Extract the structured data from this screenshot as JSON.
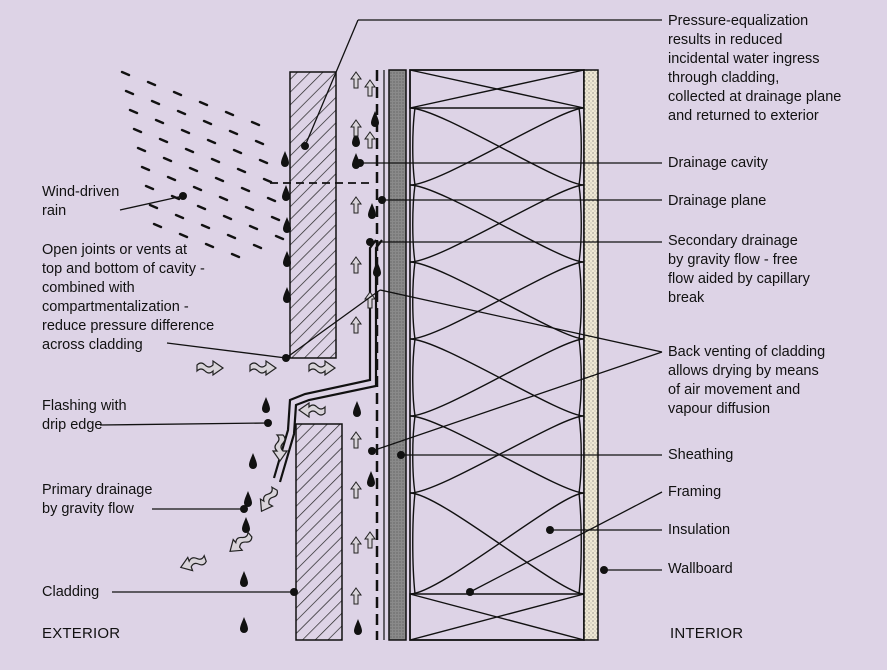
{
  "labels": {
    "pressure_equalization": [
      "Pressure-equalization",
      "results in reduced",
      "incidental water ingress",
      "through cladding,",
      "collected at drainage plane",
      "and returned to exterior"
    ],
    "drainage_cavity": [
      "Drainage cavity"
    ],
    "drainage_plane": [
      "Drainage plane"
    ],
    "secondary_drainage": [
      "Secondary drainage",
      "by gravity flow - free",
      "flow aided by capillary",
      "break"
    ],
    "back_venting": [
      "Back venting of cladding",
      "allows drying by means",
      "of air movement and",
      "vapour diffusion"
    ],
    "sheathing": [
      "Sheathing"
    ],
    "framing": [
      "Framing"
    ],
    "insulation": [
      "Insulation"
    ],
    "wallboard": [
      "Wallboard"
    ],
    "wind_driven_rain": [
      "Wind-driven",
      "rain"
    ],
    "open_joints": [
      "Open joints or vents at",
      "top and bottom of cavity -",
      "combined with",
      "compartmentalization -",
      "reduce pressure difference",
      "across cladding"
    ],
    "flashing": [
      "Flashing with",
      "drip edge"
    ],
    "primary_drainage": [
      "Primary drainage",
      "by gravity flow"
    ],
    "cladding": [
      "Cladding"
    ],
    "exterior": [
      "EXTERIOR"
    ],
    "interior": [
      "INTERIOR"
    ]
  },
  "colors": {
    "background": "#ddd3e6",
    "ink": "#111111",
    "sheathing_fill": "#8a8a8a",
    "wallboard_fill": "#efe8d4",
    "arrow_fill": "#d9d4da"
  }
}
